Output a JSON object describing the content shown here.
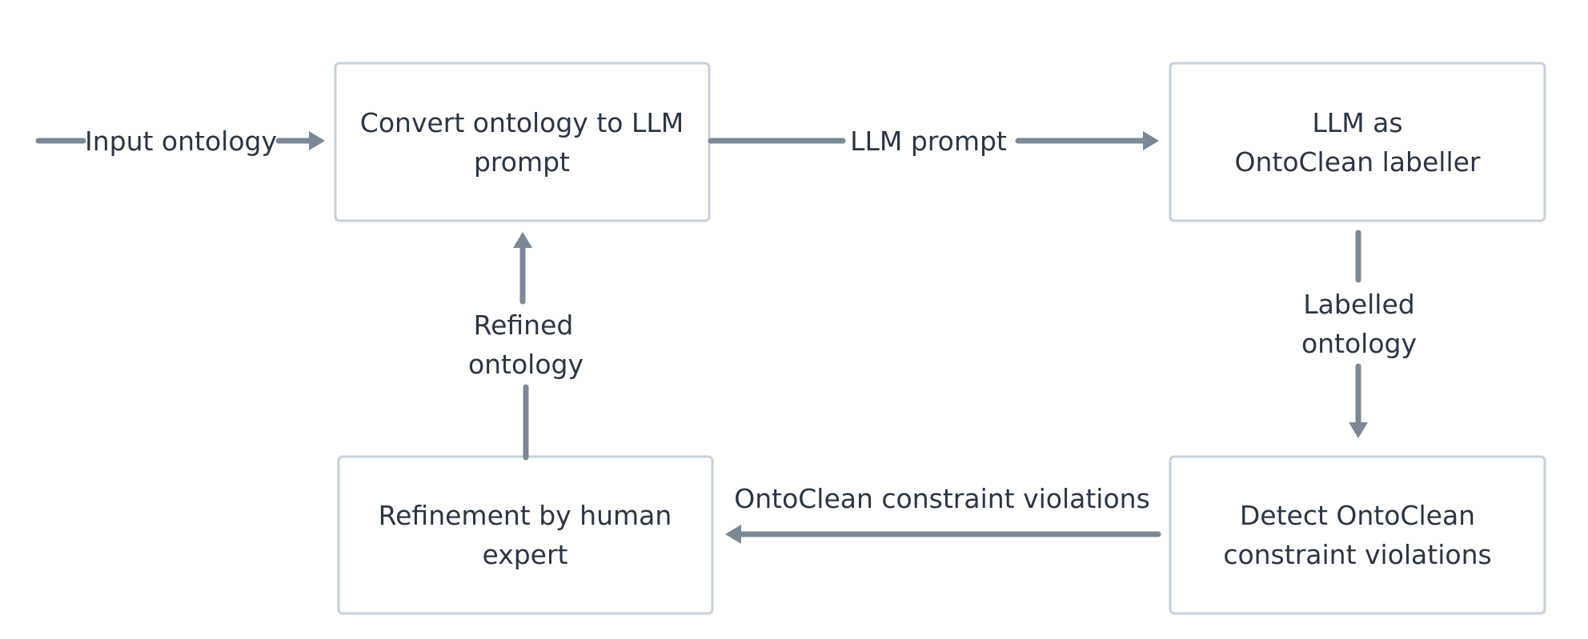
{
  "diagram": {
    "boxes": {
      "convert": {
        "line1": "Convert ontology to LLM",
        "line2": "prompt"
      },
      "labeller": {
        "line1": "LLM as",
        "line2": "OntoClean labeller"
      },
      "detect": {
        "line1": "Detect OntoClean",
        "line2": "constraint violations"
      },
      "refinement": {
        "line1": "Refinement by human",
        "line2": "expert"
      }
    },
    "edges": {
      "input": "Input ontology",
      "prompt": "LLM prompt",
      "labelled": {
        "line1": "Labelled",
        "line2": "ontology"
      },
      "violations": "OntoClean constraint violations",
      "refined": {
        "line1": "Refined",
        "line2": "ontology"
      }
    },
    "colors": {
      "arrow": "#7b8896",
      "box_border": "#c8d1dc",
      "text": "#2b3544"
    }
  }
}
